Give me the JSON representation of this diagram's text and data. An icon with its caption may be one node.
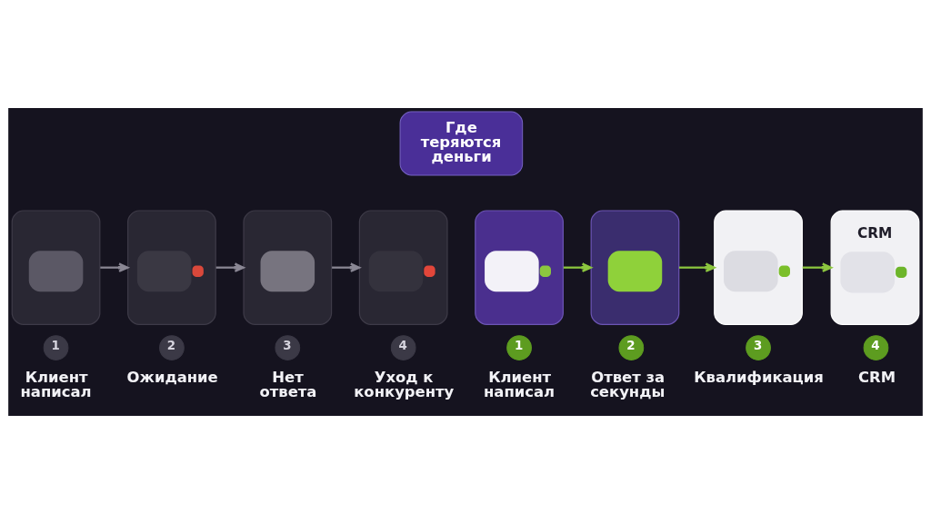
{
  "diagram": {
    "nodes": [
      {
        "text": [
          "Где теряются деньги"
        ]
      },
      {
        "text": [],
        "shape": "picture",
        "beside": [
          "1",
          "Клиент написал"
        ]
      },
      {
        "text": [],
        "shape": "picture",
        "beside": [
          "2",
          "Ожидание"
        ]
      },
      {
        "text": [],
        "shape": "picture",
        "beside": [
          "3",
          "Нет ответа"
        ]
      },
      {
        "text": [],
        "shape": "picture",
        "beside": [
          "4",
          "Уход к конкуренту"
        ]
      },
      {
        "text": [],
        "shape": "picture",
        "beside": [
          "1",
          "Клиент написал"
        ]
      },
      {
        "text": [],
        "shape": "picture",
        "beside": [
          "2",
          "Ответ за секунды"
        ]
      },
      {
        "text": [],
        "shape": "picture",
        "beside": [
          "3",
          "Квалификация"
        ]
      },
      {
        "text": [
          "CRM"
        ],
        "beside": [
          "4",
          "CRM"
        ]
      }
    ],
    "edges": [
      {
        "from": 1,
        "to": 2,
        "arrow": "to",
        "color": "#8a8794"
      },
      {
        "from": 2,
        "to": 3,
        "arrow": "to",
        "color": "#8a8794"
      },
      {
        "from": 3,
        "to": 4,
        "arrow": "to",
        "color": "#8a8794"
      },
      {
        "from": 5,
        "to": 6,
        "arrow": "to",
        "color": "#8cc63f"
      },
      {
        "from": 6,
        "to": 7,
        "arrow": "to",
        "color": "#8cc63f"
      },
      {
        "from": 7,
        "to": 8,
        "arrow": "to",
        "color": "#8cc63f"
      }
    ]
  }
}
